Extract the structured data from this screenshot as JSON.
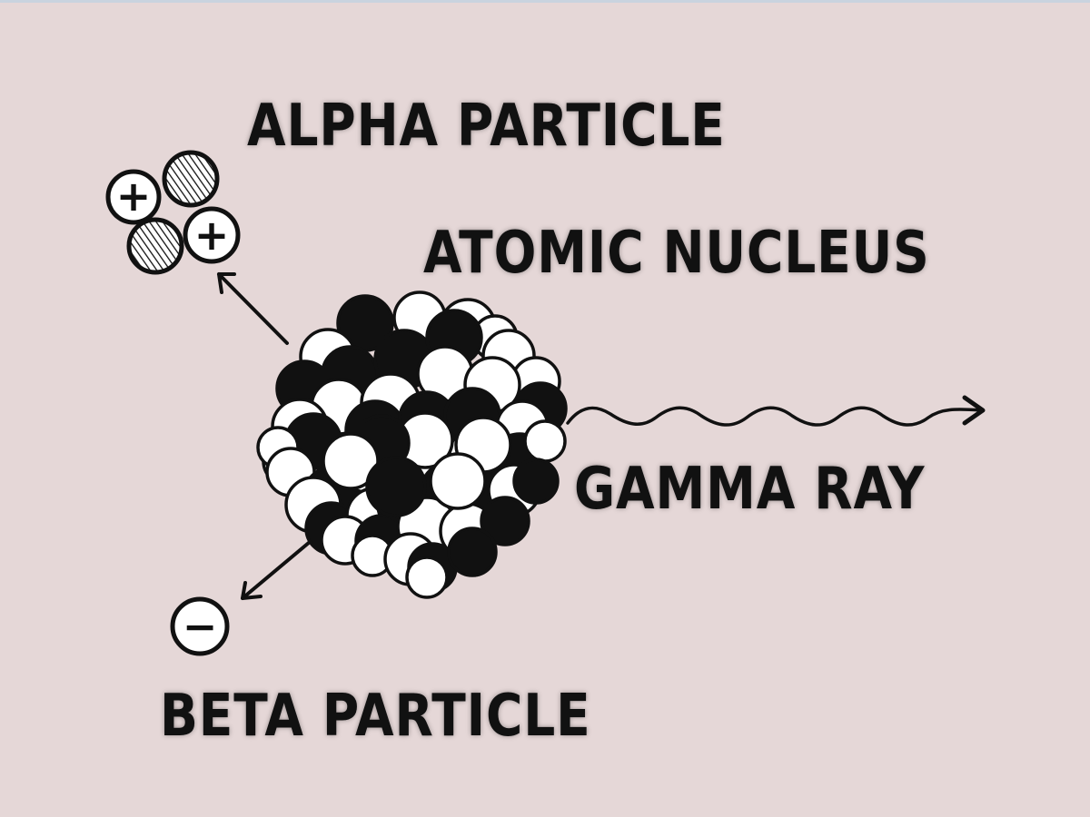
{
  "labels": {
    "alpha": "ALPHA PARTICLE",
    "nucleus": "ATOMIC NUCLEUS",
    "gamma": "GAMMA RAY",
    "beta": "BETA PARTICLE"
  },
  "symbols": {
    "proton": "+",
    "electron": "−"
  },
  "colors": {
    "background": "#e5d7d7",
    "ink": "#111111",
    "paper": "#ffffff"
  }
}
